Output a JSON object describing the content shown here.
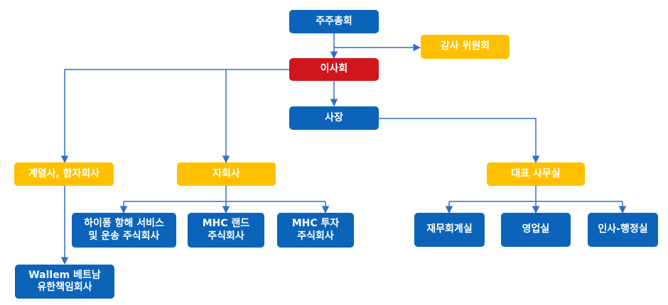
{
  "org_chart": {
    "shareholders": "주주총회",
    "audit": "감사 위원회",
    "board": "이사회",
    "president": "사장",
    "affiliates": "계열사, 합자회사",
    "subsidiaries": "자회사",
    "ceo_office": "대표 사무실",
    "sub1_line1": "하이퐁 항해 서비스",
    "sub1_line2": "및 운송 주식회사",
    "sub2_line1": "MHC 랜드",
    "sub2_line2": "주식회사",
    "sub3_line1": "MHC 투자",
    "sub3_line2": "주식회사",
    "affiliate1_line1": "Wallem 베트남",
    "affiliate1_line2": "유한책임회사",
    "dept1": "재무회계실",
    "dept2": "영업실",
    "dept3": "인사-행정실"
  },
  "colors": {
    "blue": "#0b64b9",
    "red": "#d0151d",
    "yellow": "#ffc000",
    "line": "#2f6fc7"
  }
}
